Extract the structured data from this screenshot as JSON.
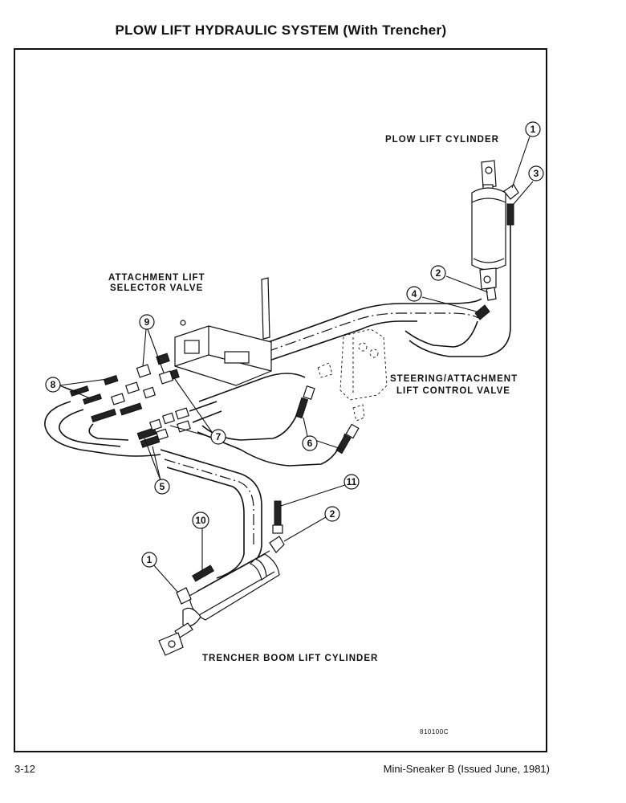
{
  "title": "PLOW LIFT HYDRAULIC SYSTEM (With Trencher)",
  "labels": {
    "plow_lift_cylinder": "PLOW LIFT CYLINDER",
    "attachment_valve_line1": "ATTACHMENT LIFT",
    "attachment_valve_line2": "SELECTOR VALVE",
    "steering_valve_line1": "STEERING/ATTACHMENT",
    "steering_valve_line2": "LIFT CONTROL VALVE",
    "trencher_cylinder": "TRENCHER BOOM LIFT CYLINDER"
  },
  "callouts": {
    "c1_top": "1",
    "c3": "3",
    "c2_top": "2",
    "c4": "4",
    "c9": "9",
    "c8": "8",
    "c7": "7",
    "c6": "6",
    "c5": "5",
    "c11": "11",
    "c2_bottom": "2",
    "c10": "10",
    "c1_bottom": "1"
  },
  "drawing_number": "810100C",
  "footer": {
    "page_number": "3-12",
    "publication": "Mini-Sneaker B (Issued June, 1981)"
  }
}
